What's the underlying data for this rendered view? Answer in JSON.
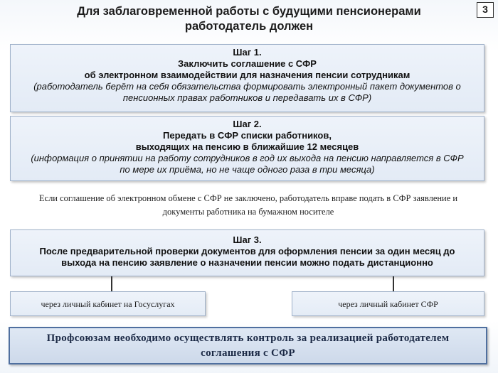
{
  "header": {
    "title_line1": "Для заблаговременной работы с будущими пенсионерами",
    "title_line2": "работодатель должен",
    "page_number": "3"
  },
  "steps": [
    {
      "heading": "Шаг 1.",
      "line1": "Заключить соглашение с СФР",
      "line2": "об электронном взаимодействии для назначения пенсии сотрудникам",
      "note_line1": "(работодатель берёт на себя обязательства формировать электронный пакет документов о",
      "note_line2": "пенсионных правах работников и передавать их в СФР)"
    },
    {
      "heading": "Шаг 2.",
      "line1": "Передать в СФР списки работников,",
      "line2": "выходящих на пенсию в ближайшие 12 месяцев",
      "note_line1": "(информация о принятии на работу сотрудников в год их выхода на пенсию направляется в СФР",
      "note_line2": "по мере их приёма, но не чаще одного раза в три месяца)"
    },
    {
      "heading": "Шаг 3.",
      "line1": "После предварительной проверки документов для оформления пенсии за один месяц до",
      "line2": "выхода на пенсию заявление о назначении пенсии можно подать дистанционно"
    }
  ],
  "paper_note": {
    "line1": "Если соглашение об электронном обмене с СФР не заключено, работодатель вправе подать в СФР заявление и",
    "line2": "документы работника на бумажном носителе"
  },
  "options": [
    {
      "label": "через личный кабинет на Госуслугах"
    },
    {
      "label": "через личный кабинет СФР"
    }
  ],
  "conclusion": {
    "line1": "Профсоюзам необходимо осуществлять контроль за реализацией работодателем",
    "line2": "соглашения с СФР"
  }
}
